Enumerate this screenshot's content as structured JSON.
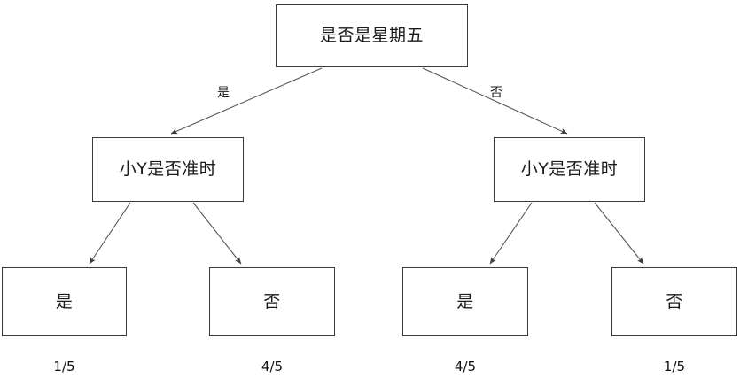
{
  "diagram": {
    "type": "decision-tree",
    "root": {
      "label": "是否是星期五"
    },
    "branch_labels": {
      "yes": "是",
      "no": "否"
    },
    "mid_nodes": [
      {
        "label": "小Y是否准时"
      },
      {
        "label": "小Y是否准时"
      }
    ],
    "leaves": [
      {
        "label": "是",
        "probability": "1/5"
      },
      {
        "label": "否",
        "probability": "4/5"
      },
      {
        "label": "是",
        "probability": "4/5"
      },
      {
        "label": "否",
        "probability": "1/5"
      }
    ]
  },
  "colors": {
    "box_border": "#3a3a3a",
    "edge_line": "#555555",
    "text": "#1a1a1a",
    "background": "#ffffff"
  }
}
